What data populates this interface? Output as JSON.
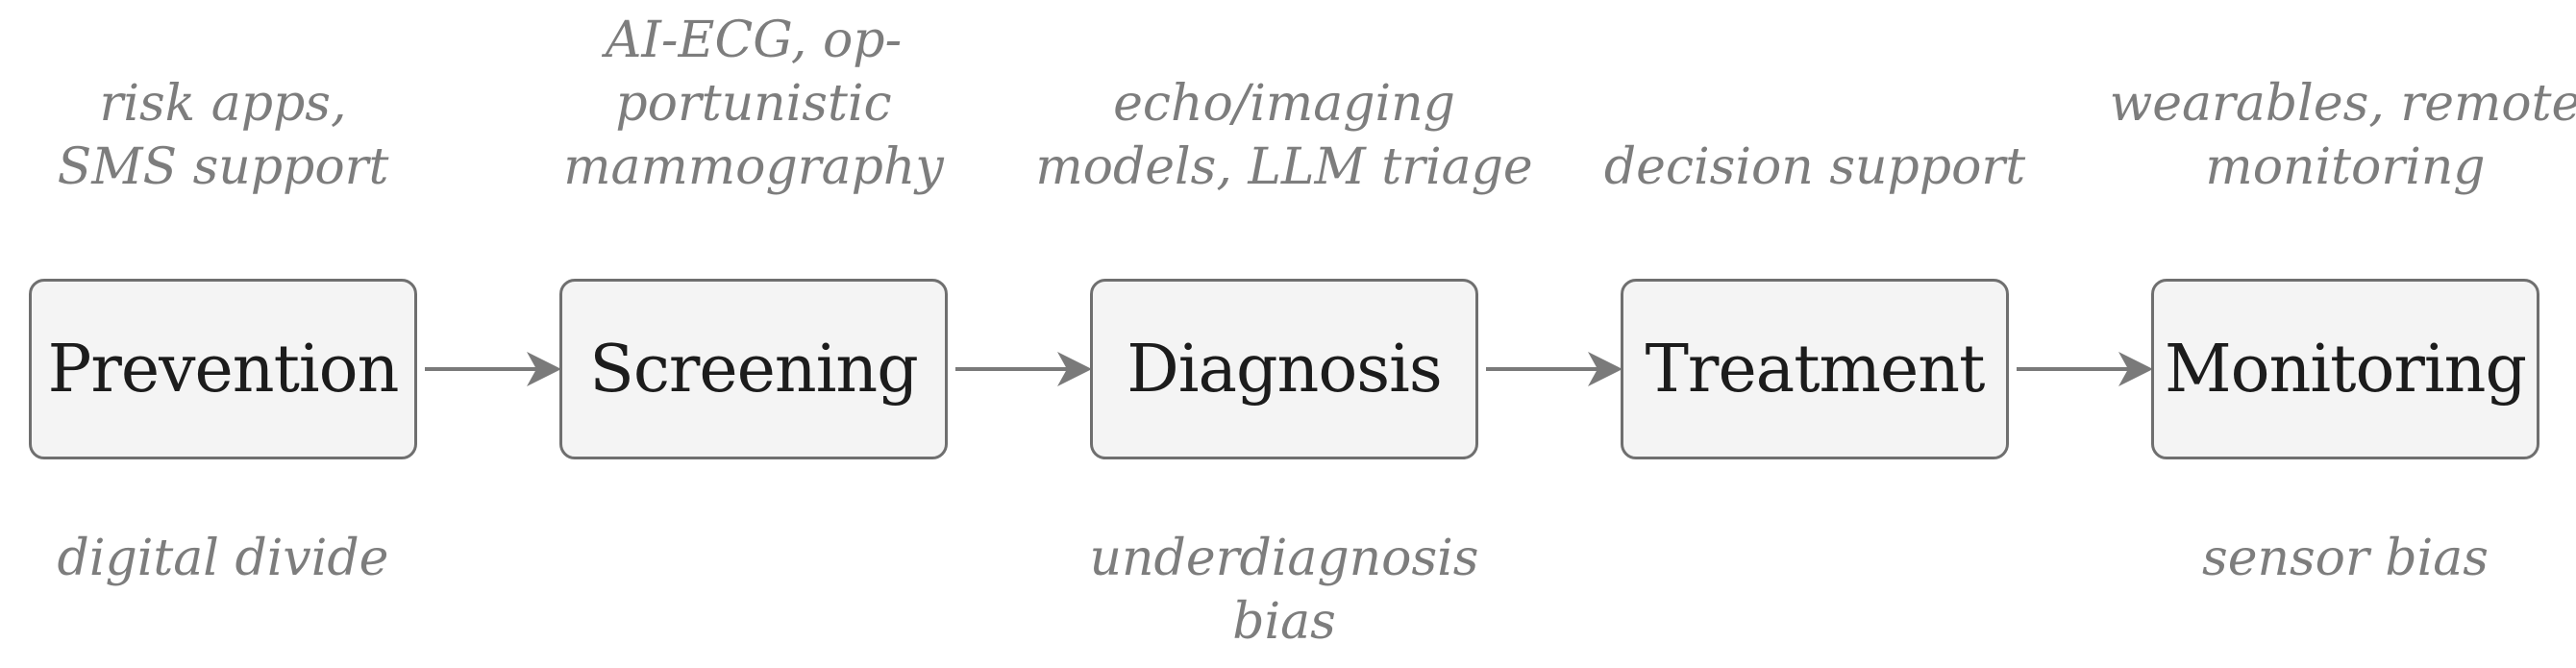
{
  "stages": [
    {
      "label": "Prevention",
      "tools": [
        "risk apps,",
        "SMS support"
      ],
      "risks": [
        "digital divide"
      ]
    },
    {
      "label": "Screening",
      "tools": [
        "AI-ECG, op-",
        "portunistic",
        "mammography"
      ],
      "risks": []
    },
    {
      "label": "Diagnosis",
      "tools": [
        "echo/imaging",
        "models, LLM triage"
      ],
      "risks": [
        "underdiagnosis",
        "bias"
      ]
    },
    {
      "label": "Treatment",
      "tools": [
        "decision support"
      ],
      "risks": []
    },
    {
      "label": "Monitoring",
      "tools": [
        "wearables, remote",
        "monitoring"
      ],
      "risks": [
        "sensor bias"
      ]
    }
  ],
  "colors": {
    "box_border": "#6f6f6f",
    "box_fill": "#f4f4f4",
    "arrow": "#7a7a7a",
    "annotation_text": "#7d7d7d",
    "label_text": "#1c1c1c"
  }
}
